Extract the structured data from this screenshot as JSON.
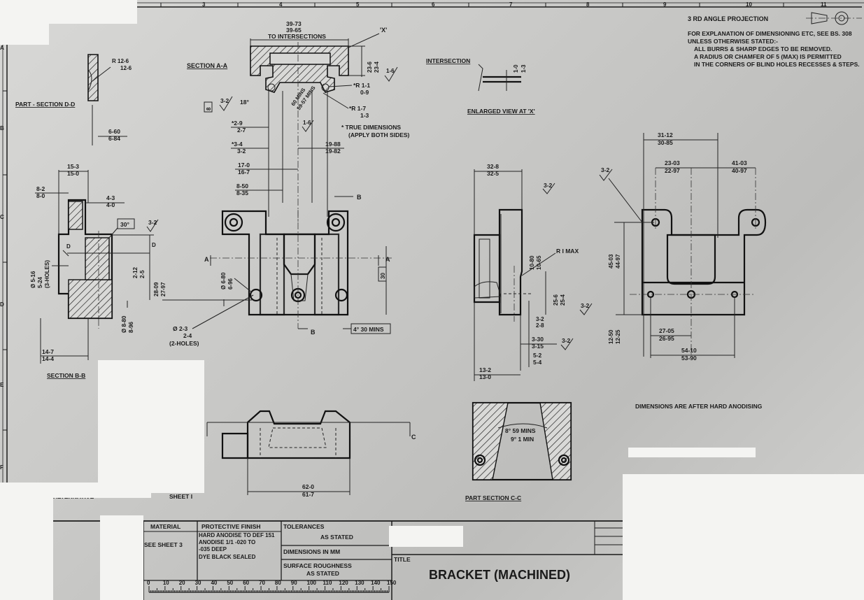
{
  "drawing": {
    "title_label": "TITLE",
    "title": "BRACKET (MACHINED)",
    "projection": "3 RD  ANGLE  PROJECTION",
    "notes": [
      "FOR  EXPLANATION OF DIMENSIONING  ETC, SEE BS. 308",
      "UNLESS OTHERWISE  STATED:-",
      "ALL  BURRS  &  SHARP EDGES  TO  BE  REMOVED.",
      "A  RADIUS  OR  CHAMFER  OF 5 (MAX) IS  PERMITTED",
      "IN  THE  CORNERS  OF BLIND HOLES RECESSES & STEPS."
    ],
    "after_anodising_note": "DIMENSIONS ARE AFTER HARD ANODISING",
    "true_dims_note": [
      "* TRUE  DIMENSIONS",
      "(APPLY  BOTH  SIDES)"
    ],
    "alternative_note": [
      "ALTERNATIVE",
      "SHEET I"
    ]
  },
  "zones": {
    "columns": [
      "3",
      "4",
      "5",
      "6",
      "7",
      "8",
      "9",
      "10",
      "11"
    ],
    "rows": [
      "A",
      "B",
      "C",
      "D",
      "E",
      "F"
    ]
  },
  "views": {
    "section_aa": "SECTION  A-A",
    "part_section_dd": "PART - SECTION  D-D",
    "section_bb": "SECTION  B-B",
    "intersection": "INTERSECTION",
    "enlarged_view": "ENLARGED  VIEW  AT  'X'",
    "part_section_cc": "PART  SECTION  C-C"
  },
  "dimensions": {
    "top_width": [
      "39-73",
      "39-65",
      "TO INTERSECTIONS"
    ],
    "x_label": "'X'",
    "d23": [
      "23-6",
      "23-4"
    ],
    "r12": [
      "R 12-6",
      "12-6"
    ],
    "d660": [
      "6-60",
      "6-84"
    ],
    "d153": [
      "15-3",
      "15-0"
    ],
    "d82": [
      "8-2",
      "8-0"
    ],
    "d43": [
      "4-3",
      "4-0"
    ],
    "ang30": "30°",
    "dia516": [
      "Ø 5-16",
      "5-24",
      "(3-HOLES)"
    ],
    "d212": [
      "2-12",
      "2-5"
    ],
    "d2809": [
      "28-09",
      "27-97"
    ],
    "dia880": [
      "Ø 8-80",
      "8-96"
    ],
    "d147": [
      "14-7",
      "14-4"
    ],
    "r11": [
      "*R 1-1",
      "0-9"
    ],
    "r17": [
      "*R 1-7",
      "1-3"
    ],
    "d29": [
      "*2-9",
      "2-7"
    ],
    "d34": [
      "*3-4",
      "3-2"
    ],
    "d1988": [
      "19-88",
      "19-82"
    ],
    "d170": [
      "17-0",
      "16-7"
    ],
    "d850": [
      "8-50",
      "8-35"
    ],
    "dia680": [
      "Ø 6-80",
      "6-96"
    ],
    "d30box": "30",
    "ang4": "4° 30 MINS",
    "dia23": [
      "Ø 2-3",
      "2-4",
      "(2-HOLES)"
    ],
    "ang18": "18°",
    "ang60": [
      "60 MINS",
      "59-57 MINS"
    ],
    "d10": [
      "1-0",
      "1-3"
    ],
    "d328": [
      "32-8",
      "32-5"
    ],
    "r1max": "R I MAX",
    "d1080": [
      "10-80",
      "10-65"
    ],
    "d256": [
      "25-6",
      "25-4"
    ],
    "d32": [
      "3-2",
      "2-8"
    ],
    "d330": [
      "3-30",
      "3-15"
    ],
    "d52": [
      "5-2",
      "5-4"
    ],
    "d132": [
      "13-2",
      "13-0"
    ],
    "d3112": [
      "31-12",
      "30-85"
    ],
    "d2303": [
      "23-03",
      "22-97"
    ],
    "d4103": [
      "41-03",
      "40-97"
    ],
    "d4503": [
      "45-03",
      "44-97"
    ],
    "d1250": [
      "12-50",
      "12-25"
    ],
    "d2705": [
      "27-05",
      "26-95"
    ],
    "d5410": [
      "54-10",
      "53-90"
    ],
    "d620": [
      "62-0",
      "61-7"
    ],
    "ang859": [
      "8° 59 MINS",
      "9° 1 MIN"
    ],
    "finish_mark": "3-2",
    "finish_mark_16": "1-6",
    "letters": {
      "a": "A",
      "b": "B",
      "c": "C",
      "d": "D",
      "box8": "8"
    }
  },
  "title_block": {
    "material_header": "MATERIAL",
    "material_value": "SEE SHEET 3",
    "finish_header": "PROTECTIVE  FINISH",
    "finish_lines": [
      "HARD ANODISE TO DEF 151",
      "ANODISE 1/1 -020 TO",
      "-035 DEEP",
      "DYE BLACK SEALED"
    ],
    "tolerances_header": "TOLERANCES",
    "tolerances_value": "AS STATED",
    "dimensions_label": "DIMENSIONS  IN  MM",
    "roughness_label": "SURFACE ROUGHNESS",
    "roughness_value": "AS STATED"
  },
  "scale_bar": {
    "labels": [
      "0",
      "10",
      "20",
      "30",
      "40",
      "50",
      "60",
      "70",
      "80",
      "90",
      "100",
      "110",
      "120",
      "130",
      "140",
      "150"
    ]
  }
}
